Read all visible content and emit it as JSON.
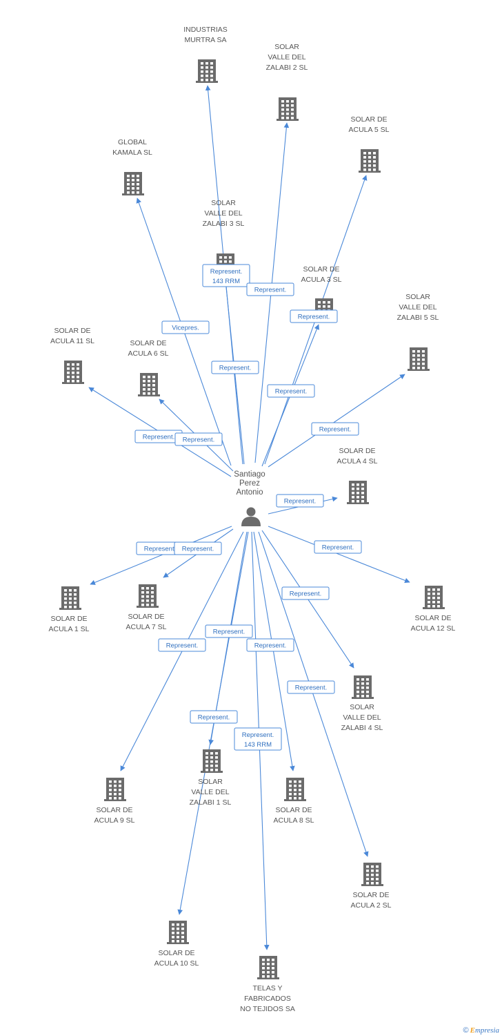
{
  "center": {
    "lines": [
      "Santiago",
      "Perez",
      "Antonio"
    ],
    "icon": "person-icon"
  },
  "nodes": [
    {
      "id": "industrias-murtra",
      "lines": [
        "INDUSTRIAS",
        "MURTRA SA"
      ]
    },
    {
      "id": "solar-valle-zalabi-2",
      "lines": [
        "SOLAR",
        "VALLE DEL",
        "ZALABI 2 SL"
      ]
    },
    {
      "id": "solar-acula-5",
      "lines": [
        "SOLAR DE",
        "ACULA 5 SL"
      ]
    },
    {
      "id": "global-kamala",
      "lines": [
        "GLOBAL",
        "KAMALA SL"
      ]
    },
    {
      "id": "solar-valle-zalabi-3",
      "lines": [
        "SOLAR",
        "VALLE DEL",
        "ZALABI 3 SL"
      ]
    },
    {
      "id": "solar-acula-3",
      "lines": [
        "SOLAR DE",
        "ACULA 3 SL"
      ]
    },
    {
      "id": "solar-valle-zalabi-5",
      "lines": [
        "SOLAR",
        "VALLE DEL",
        "ZALABI 5 SL"
      ]
    },
    {
      "id": "solar-acula-11",
      "lines": [
        "SOLAR DE",
        "ACULA 11 SL"
      ]
    },
    {
      "id": "solar-acula-6",
      "lines": [
        "SOLAR DE",
        "ACULA 6 SL"
      ]
    },
    {
      "id": "solar-acula-4",
      "lines": [
        "SOLAR DE",
        "ACULA 4 SL"
      ]
    },
    {
      "id": "solar-acula-1",
      "lines": [
        "SOLAR DE",
        "ACULA 1 SL"
      ]
    },
    {
      "id": "solar-acula-7",
      "lines": [
        "SOLAR DE",
        "ACULA 7 SL"
      ]
    },
    {
      "id": "solar-acula-12",
      "lines": [
        "SOLAR DE",
        "ACULA 12 SL"
      ]
    },
    {
      "id": "solar-valle-zalabi-4",
      "lines": [
        "SOLAR",
        "VALLE DEL",
        "ZALABI 4 SL"
      ]
    },
    {
      "id": "solar-acula-9",
      "lines": [
        "SOLAR DE",
        "ACULA 9 SL"
      ]
    },
    {
      "id": "solar-valle-zalabi-1",
      "lines": [
        "SOLAR",
        "VALLE DEL",
        "ZALABI 1 SL"
      ]
    },
    {
      "id": "solar-acula-8",
      "lines": [
        "SOLAR DE",
        "ACULA 8 SL"
      ]
    },
    {
      "id": "solar-acula-2",
      "lines": [
        "SOLAR DE",
        "ACULA 2 SL"
      ]
    },
    {
      "id": "solar-acula-10",
      "lines": [
        "SOLAR DE",
        "ACULA 10 SL"
      ]
    },
    {
      "id": "telas-fabricados",
      "lines": [
        "TELAS Y",
        "FABRICADOS",
        "NO TEJIDOS SA"
      ]
    }
  ],
  "edges": [
    {
      "to": "industrias-murtra",
      "label": [
        "Represent.",
        "143 RRM"
      ]
    },
    {
      "to": "solar-valle-zalabi-2",
      "label": [
        "Represent."
      ]
    },
    {
      "to": "solar-acula-5",
      "label": [
        "Represent."
      ]
    },
    {
      "to": "global-kamala",
      "label": [
        "Vicepres."
      ]
    },
    {
      "to": "solar-valle-zalabi-3",
      "label": [
        "Represent."
      ]
    },
    {
      "to": "solar-acula-3",
      "label": [
        "Represent."
      ]
    },
    {
      "to": "solar-valle-zalabi-5",
      "label": [
        "Represent."
      ]
    },
    {
      "to": "solar-acula-11",
      "label": [
        "Represent."
      ]
    },
    {
      "to": "solar-acula-6",
      "label": [
        "Represent."
      ]
    },
    {
      "to": "solar-acula-4",
      "label": [
        "Represent."
      ]
    },
    {
      "to": "solar-acula-1",
      "label": [
        "Represent."
      ]
    },
    {
      "to": "solar-acula-7",
      "label": [
        "Represent."
      ]
    },
    {
      "to": "solar-acula-12",
      "label": [
        "Represent."
      ]
    },
    {
      "to": "solar-valle-zalabi-4",
      "label": [
        "Represent."
      ]
    },
    {
      "to": "solar-acula-9",
      "label": [
        "Represent."
      ]
    },
    {
      "to": "solar-valle-zalabi-1",
      "label": [
        "Represent."
      ]
    },
    {
      "to": "solar-acula-8",
      "label": [
        "Represent."
      ]
    },
    {
      "to": "solar-acula-2",
      "label": [
        "Represent."
      ]
    },
    {
      "to": "solar-acula-10",
      "label": [
        "Represent."
      ]
    },
    {
      "to": "telas-fabricados",
      "label": [
        "Represent.",
        "143 RRM"
      ]
    }
  ],
  "footer": {
    "copyright": "©",
    "brand_initial": "E",
    "brand_rest": "mpresia"
  },
  "colors": {
    "edge": "#4a88d8",
    "icon": "#6b6b6b",
    "text": "#555555"
  }
}
